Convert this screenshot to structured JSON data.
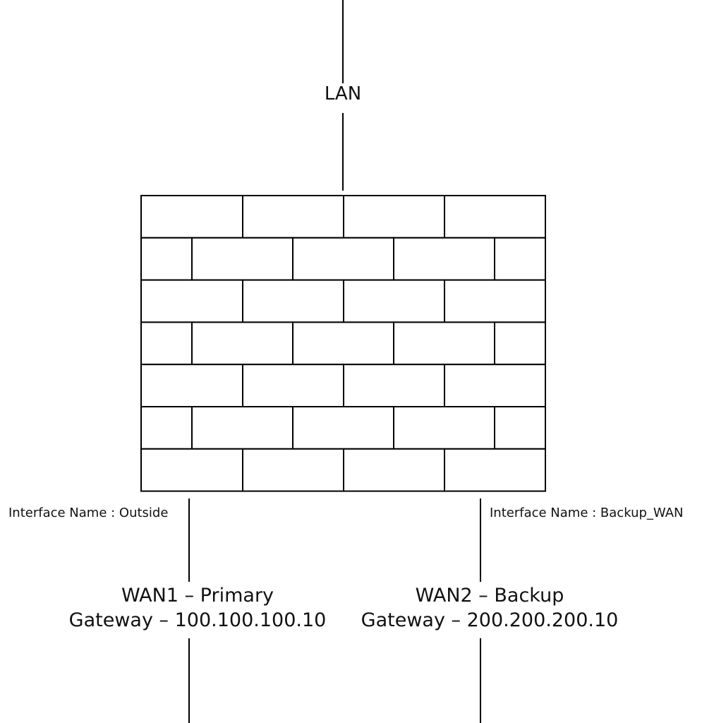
{
  "lan": {
    "label": "LAN"
  },
  "firewall": {
    "icon": "firewall-brick-wall"
  },
  "interfaces": {
    "left": "Interface Name : Outside",
    "right": "Interface Name : Backup_WAN"
  },
  "wan1": {
    "title": "WAN1 – Primary",
    "gateway": "Gateway – 100.100.100.10"
  },
  "wan2": {
    "title": "WAN2 – Backup",
    "gateway": "Gateway – 200.200.200.10"
  }
}
